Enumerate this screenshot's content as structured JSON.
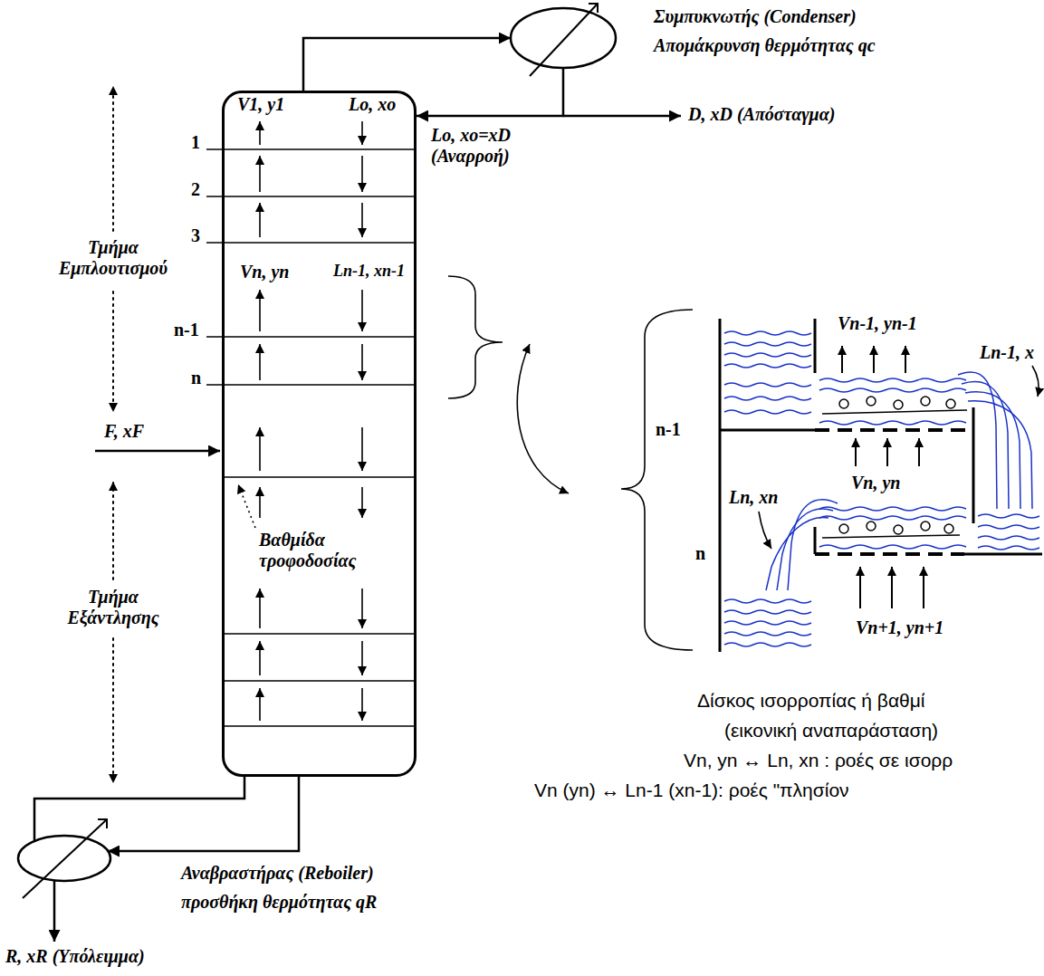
{
  "diagram": {
    "nodes": [
      {
        "text": [
          "V1, y1",
          "Lo, xo",
          "Vn, yn",
          "Ln-1, xn-1"
        ]
      },
      {
        "text": [
          "Συμπυκνωτής (Condenser)",
          "Απομάκρυνση θερμότητας qc"
        ]
      },
      {
        "text": [
          "Αναβραστήρας (Reboiler)",
          "προσθήκη θερμότητας qR"
        ]
      }
    ],
    "edges": [
      {
        "from": 0,
        "to": 1,
        "arrow": "to"
      },
      {
        "from": 1,
        "to": 0,
        "arrow": "to"
      },
      {
        "from": 0,
        "to": 2,
        "arrow": "to"
      },
      {
        "from": 2,
        "to": 0,
        "arrow": "none"
      }
    ],
    "labels": [
      "Lo, xo=xD (Αναρροή)",
      "D, xD (Απόσταγμα)",
      "Τμήμα Εμπλουτισμού",
      "1",
      "2",
      "3",
      "n-1",
      "n",
      "F, xF",
      "Βαθμίδα τροφοδοσίας",
      "Τμήμα Εξάντλησης",
      "R, xR (Υπόλειμμα)",
      "Vn-1, yn-1",
      "Ln-1, x",
      "n-1",
      "Vn, yn",
      "Ln, xn",
      "n",
      "Vn+1, yn+1",
      "Δίσκος ισορροπίας ή βαθμί",
      "(εικονική αναπαράσταση)",
      "Vn, yn ↔ Ln, xn : ροές σε ισορρ",
      "Vn (yn) ↔ Ln-1 (xn-1): ροές \"πλησίον"
    ]
  }
}
